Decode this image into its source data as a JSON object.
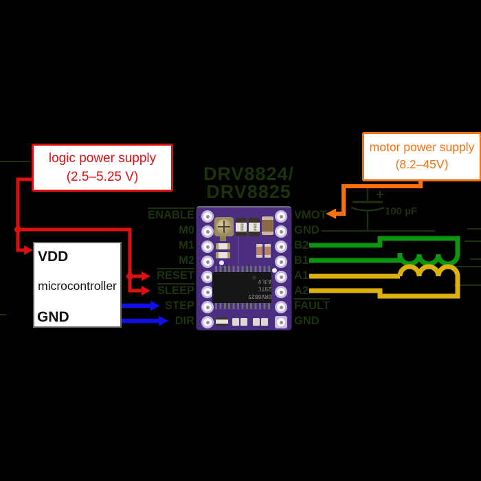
{
  "diagram_title": {
    "line1": "DRV8824/",
    "line2": "DRV8825"
  },
  "logic_power_supply": {
    "label_line1": "logic power supply",
    "label_line2": "(2.5–5.25 V)"
  },
  "motor_power_supply": {
    "label_line1": "motor power supply",
    "label_line2": "(8.2–45V)"
  },
  "microcontroller": {
    "pin_vdd": "VDD",
    "title": "microcontroller",
    "pin_gnd": "GND"
  },
  "capacitor": {
    "value": "100 µF",
    "polarity": "+"
  },
  "driver_pins": {
    "left": [
      {
        "label": "ENABLE"
      },
      {
        "label": "M0"
      },
      {
        "label": "M1"
      },
      {
        "label": "M2"
      },
      {
        "label": "RESET"
      },
      {
        "label": "SLEEP"
      },
      {
        "label": "STEP"
      },
      {
        "label": "DIR"
      }
    ],
    "right": [
      {
        "label": "VMOT"
      },
      {
        "label": "GND"
      },
      {
        "label": "B2"
      },
      {
        "label": "B1"
      },
      {
        "label": "A1"
      },
      {
        "label": "A2"
      },
      {
        "label": "FAULT"
      },
      {
        "label": "GND"
      }
    ]
  },
  "board": {
    "chip_marking": [
      "DRV8825",
      "29TC",
      "AJLV"
    ],
    "smd_marking": "000"
  },
  "colors": {
    "logic_red": "#dd1111",
    "signal_blue": "#1010e6",
    "motor_orange": "#f7700e",
    "coil_green": "#0b9510",
    "coil_yellow": "#ddb20f",
    "dark_ink": "#1d330e",
    "board_purple": "#4b2e80"
  }
}
